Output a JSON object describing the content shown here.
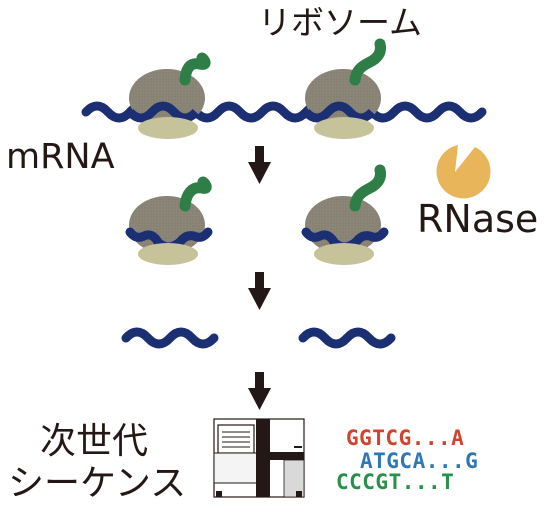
{
  "labels": {
    "ribosome": "リボソーム",
    "mrna": "mRNA",
    "rnase": "RNase",
    "ngs_line1": "次世代",
    "ngs_line2": "シーケンス"
  },
  "sequences": [
    {
      "text": "GGTCG...A",
      "color": "#d0432f"
    },
    {
      "text": "ATGCA...G",
      "color": "#2e78b7"
    },
    {
      "text": "CCCGT...T",
      "color": "#27904b"
    }
  ],
  "colors": {
    "mrna_strand": "#1d2f73",
    "ribosome_large": "#8b8677",
    "ribosome_small": "#c6c29a",
    "nascent_peptide": "#2f7d47",
    "rnase": "#e8b55a",
    "arrow": "#231815",
    "sequencer": "#231815"
  }
}
